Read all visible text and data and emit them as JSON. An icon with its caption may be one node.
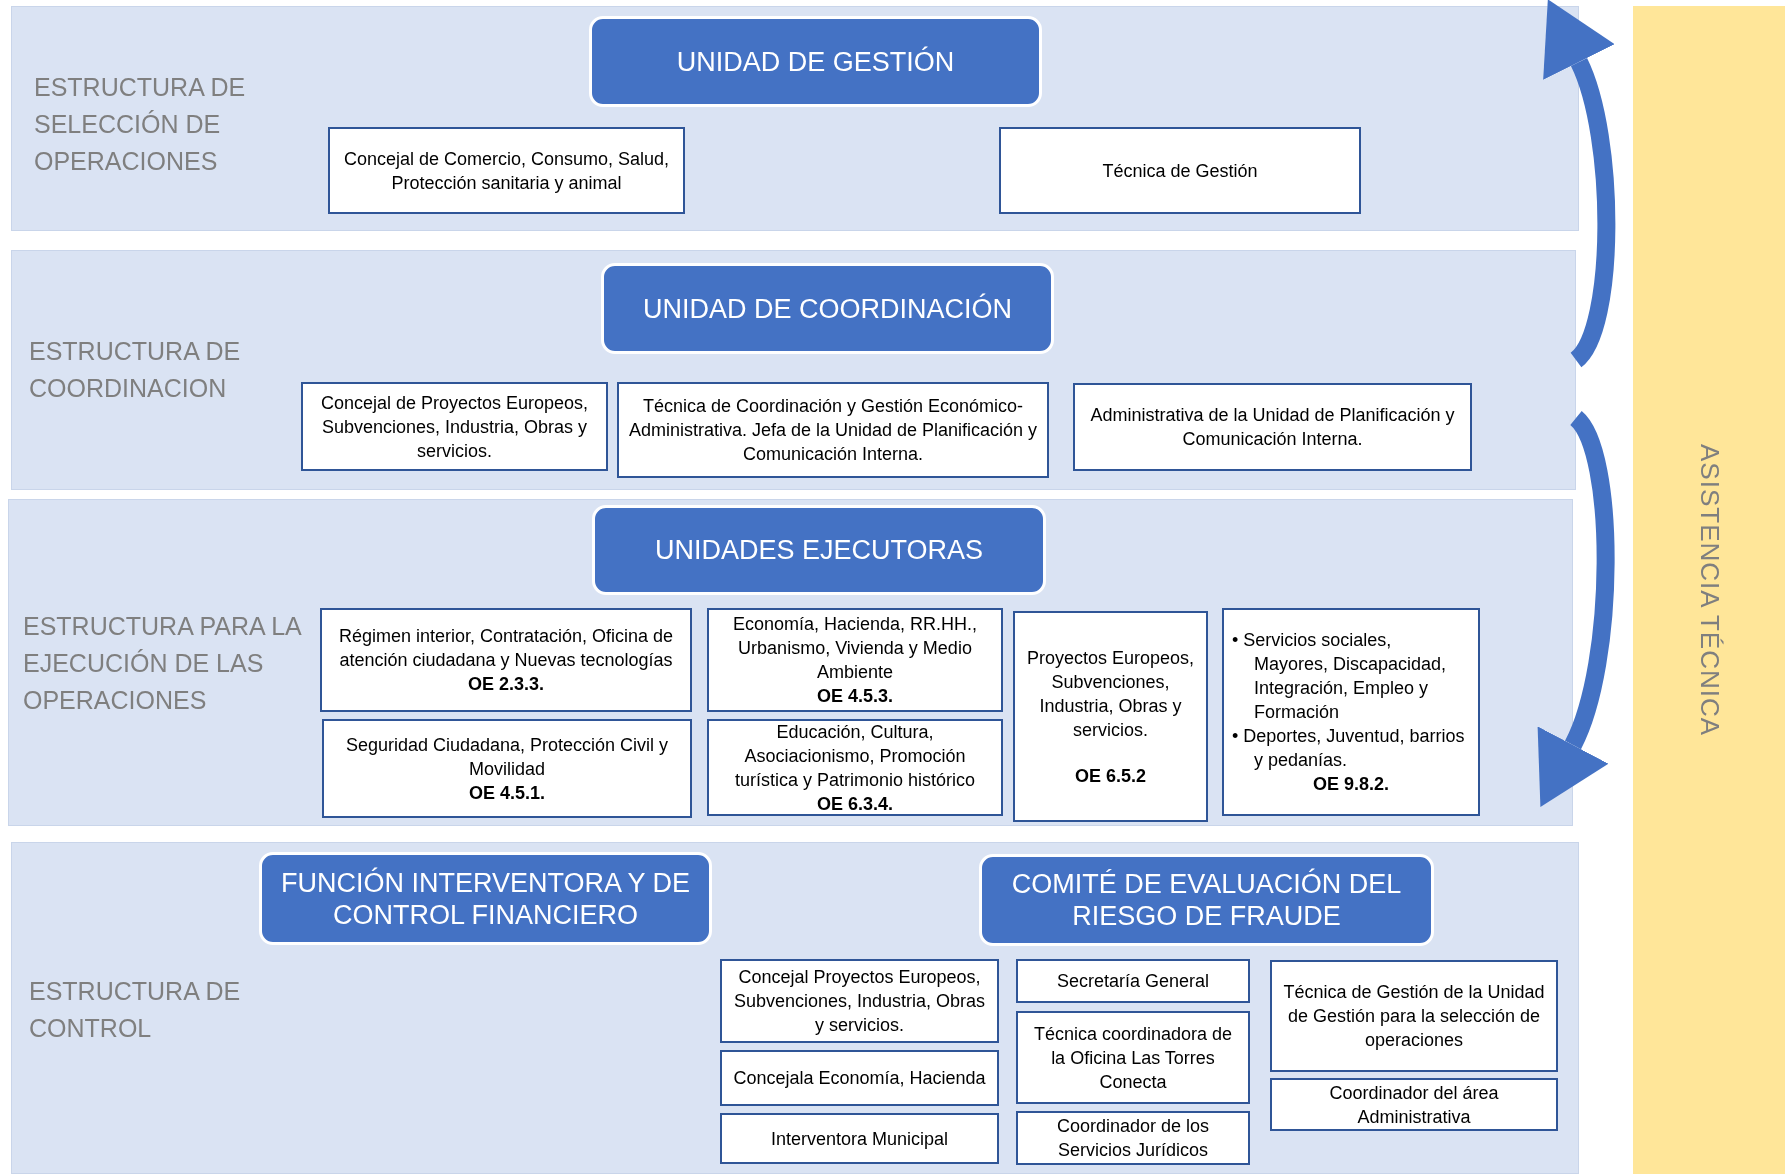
{
  "diagram": {
    "nodes": [
      {
        "text": [
          "ESTRUCTURA DE SELECCIÓN DE OPERACIONES"
        ]
      },
      {
        "text": [
          "UNIDAD DE GESTIÓN"
        ],
        "in": 0
      },
      {
        "text": [
          "Concejal de Comercio, Consumo, Salud, Protección sanitaria y animal"
        ],
        "in": 0
      },
      {
        "text": [
          "Técnica de Gestión"
        ],
        "in": 0
      },
      {
        "text": [
          "ESTRUCTURA DE COORDINACION"
        ]
      },
      {
        "text": [
          "UNIDAD DE COORDINACIÓN"
        ],
        "in": 4
      },
      {
        "text": [
          "Concejal de Proyectos Europeos, Subvenciones, Industria, Obras y servicios."
        ],
        "in": 4
      },
      {
        "text": [
          "Técnica de Coordinación y Gestión Económico-Administrativa. Jefa de la Unidad de Planificación y Comunicación Interna."
        ],
        "in": 4
      },
      {
        "text": [
          "Administrativa de la Unidad de Planificación y Comunicación Interna."
        ],
        "in": 4
      },
      {
        "text": [
          "ESTRUCTURA PARA LA EJECUCIÓN DE LAS OPERACIONES"
        ]
      },
      {
        "text": [
          "UNIDADES EJECUTORAS"
        ],
        "in": 9
      },
      {
        "text": [
          "Régimen interior, Contratación, Oficina de atención ciudadana y Nuevas tecnologías",
          "OE 2.3.3."
        ],
        "in": 9
      },
      {
        "text": [
          "Economía, Hacienda, RR.HH., Urbanismo, Vivienda y Medio Ambiente",
          "OE 4.5.3."
        ],
        "in": 9
      },
      {
        "text": [
          "Proyectos Europeos, Subvenciones, Industria, Obras y servicios.",
          "OE 6.5.2"
        ],
        "in": 9
      },
      {
        "text": [
          "• Servicios sociales, Mayores, Discapacidad, Integración, Empleo y Formación",
          "• Deportes, Juventud, barrios y pedanías.",
          "OE 9.8.2."
        ],
        "in": 9
      },
      {
        "text": [
          "Seguridad Ciudadana, Protección Civil y Movilidad",
          "OE 4.5.1."
        ],
        "in": 9
      },
      {
        "text": [
          "Educación, Cultura, Asociacionismo, Promoción turística y Patrimonio histórico",
          "OE 6.3.4."
        ],
        "in": 9
      },
      {
        "text": [
          "ESTRUCTURA DE CONTROL"
        ]
      },
      {
        "text": [
          "FUNCIÓN INTERVENTORA Y DE CONTROL FINANCIERO"
        ],
        "in": 17
      },
      {
        "text": [
          "COMITÉ DE EVALUACIÓN DEL RIESGO DE FRAUDE"
        ],
        "in": 17
      },
      {
        "text": [
          "Concejal Proyectos Europeos, Subvenciones, Industria, Obras y servicios."
        ],
        "in": 17
      },
      {
        "text": [
          "Secretaría General"
        ],
        "in": 17
      },
      {
        "text": [
          "Técnica de Gestión de la Unidad de Gestión para la selección de operaciones"
        ],
        "in": 17
      },
      {
        "text": [
          "Concejala Economía, Hacienda"
        ],
        "in": 17
      },
      {
        "text": [
          "Técnica coordinadora de la Oficina Las Torres Conecta"
        ],
        "in": 17
      },
      {
        "text": [
          "Coordinador del área Administrativa"
        ],
        "in": 17
      },
      {
        "text": [
          "Interventora Municipal"
        ],
        "in": 17
      },
      {
        "text": [
          "Coordinador de los Servicios Jurídicos"
        ],
        "in": 17
      },
      {
        "text": [
          "ASISTENCIA TÉCNICA"
        ]
      }
    ],
    "edges": [
      {
        "from": 4,
        "to": 0,
        "arrow": "to"
      },
      {
        "from": 4,
        "to": 9,
        "arrow": "to"
      }
    ]
  }
}
